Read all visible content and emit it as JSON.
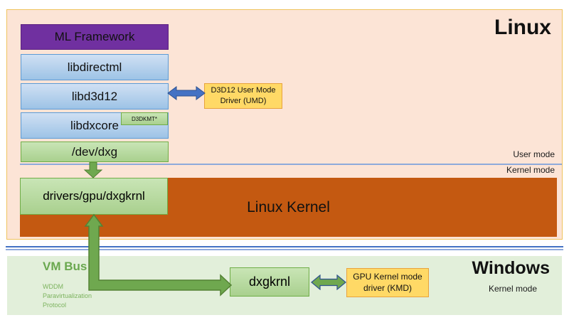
{
  "linux_section": {
    "title": "Linux",
    "user_mode_label": "User mode",
    "kernel_mode_label": "Kernel mode",
    "boxes": {
      "ml_framework": "ML Framework",
      "libdirectml": "libdirectml",
      "libd3d12": "libd3d12",
      "libdxcore": "libdxcore",
      "d3dkmt": "D3DKMT*",
      "dev_dxg": "/dev/dxg",
      "drivers_gpu_dxgkrnl": "drivers/gpu/dxgkrnl",
      "linux_kernel": "Linux Kernel",
      "umd": "D3D12 User Mode Driver (UMD)"
    }
  },
  "windows_section": {
    "title": "Windows",
    "kernel_mode_label": "Kernel mode",
    "vm_bus": {
      "title": "VM Bus",
      "lines": [
        "WDDM",
        "Paravirtualization",
        "Protocol"
      ]
    },
    "boxes": {
      "dxgkrnl": "dxgkrnl",
      "kmd": "GPU Kernel mode driver (KMD)"
    }
  },
  "colors": {
    "linux_panel_bg": "#FCE4D6",
    "linux_panel_border": "#EFC35E",
    "windows_panel_bg": "#E2EFDA",
    "purple_box": "#7030A0",
    "blue_box": "#9DC3E6",
    "blue_box_border": "#5B9BD5",
    "green_box": "#A9D08E",
    "green_box_border": "#70AD47",
    "yellow_box": "#FFD966",
    "yellow_box_border": "#E8A33D",
    "kernel_orange": "#C45911",
    "arrow_blue": "#4472C4",
    "arrow_green": "#6FA84F",
    "separator_blue_dark": "#4472C4",
    "separator_blue_light": "#8FAADC",
    "mode_divider": "#8EAADB",
    "vmbus_text_green": "#6AA84F"
  }
}
